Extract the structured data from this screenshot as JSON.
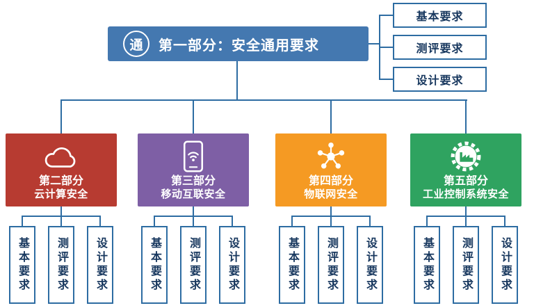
{
  "diagram": {
    "banner": {
      "icon_char": "通",
      "title": "第一部分：安全通用要求"
    },
    "general_requirements": {
      "items": [
        "基本要求",
        "测评要求",
        "设计要求"
      ]
    },
    "parts": [
      {
        "title": "第二部分",
        "subtitle": "云计算安全",
        "color": "#b73b31",
        "icon": "cloud-icon",
        "requirements": [
          "基本要求",
          "测评要求",
          "设计要求"
        ]
      },
      {
        "title": "第三部分",
        "subtitle": "移动互联安全",
        "color": "#7e5fa5",
        "icon": "mobile-wifi-icon",
        "requirements": [
          "基本要求",
          "测评要求",
          "设计要求"
        ]
      },
      {
        "title": "第四部分",
        "subtitle": "物联网安全",
        "color": "#f59a23",
        "icon": "iot-network-icon",
        "requirements": [
          "基本要求",
          "测评要求",
          "设计要求"
        ]
      },
      {
        "title": "第五部分",
        "subtitle": "工业控制系统安全",
        "color": "#2fa360",
        "icon": "industrial-gear-icon",
        "requirements": [
          "基本要求",
          "测评要求",
          "设计要求"
        ]
      }
    ],
    "colors": {
      "banner_blue": "#4478b0",
      "line_blue": "#2d6ca2",
      "box_border_blue": "#2d6ca2",
      "box_text_navy": "#17375e",
      "part2_red": "#b73b31",
      "part3_purple": "#7e5fa5",
      "part4_orange": "#f59a23",
      "part5_green": "#2fa360"
    }
  }
}
